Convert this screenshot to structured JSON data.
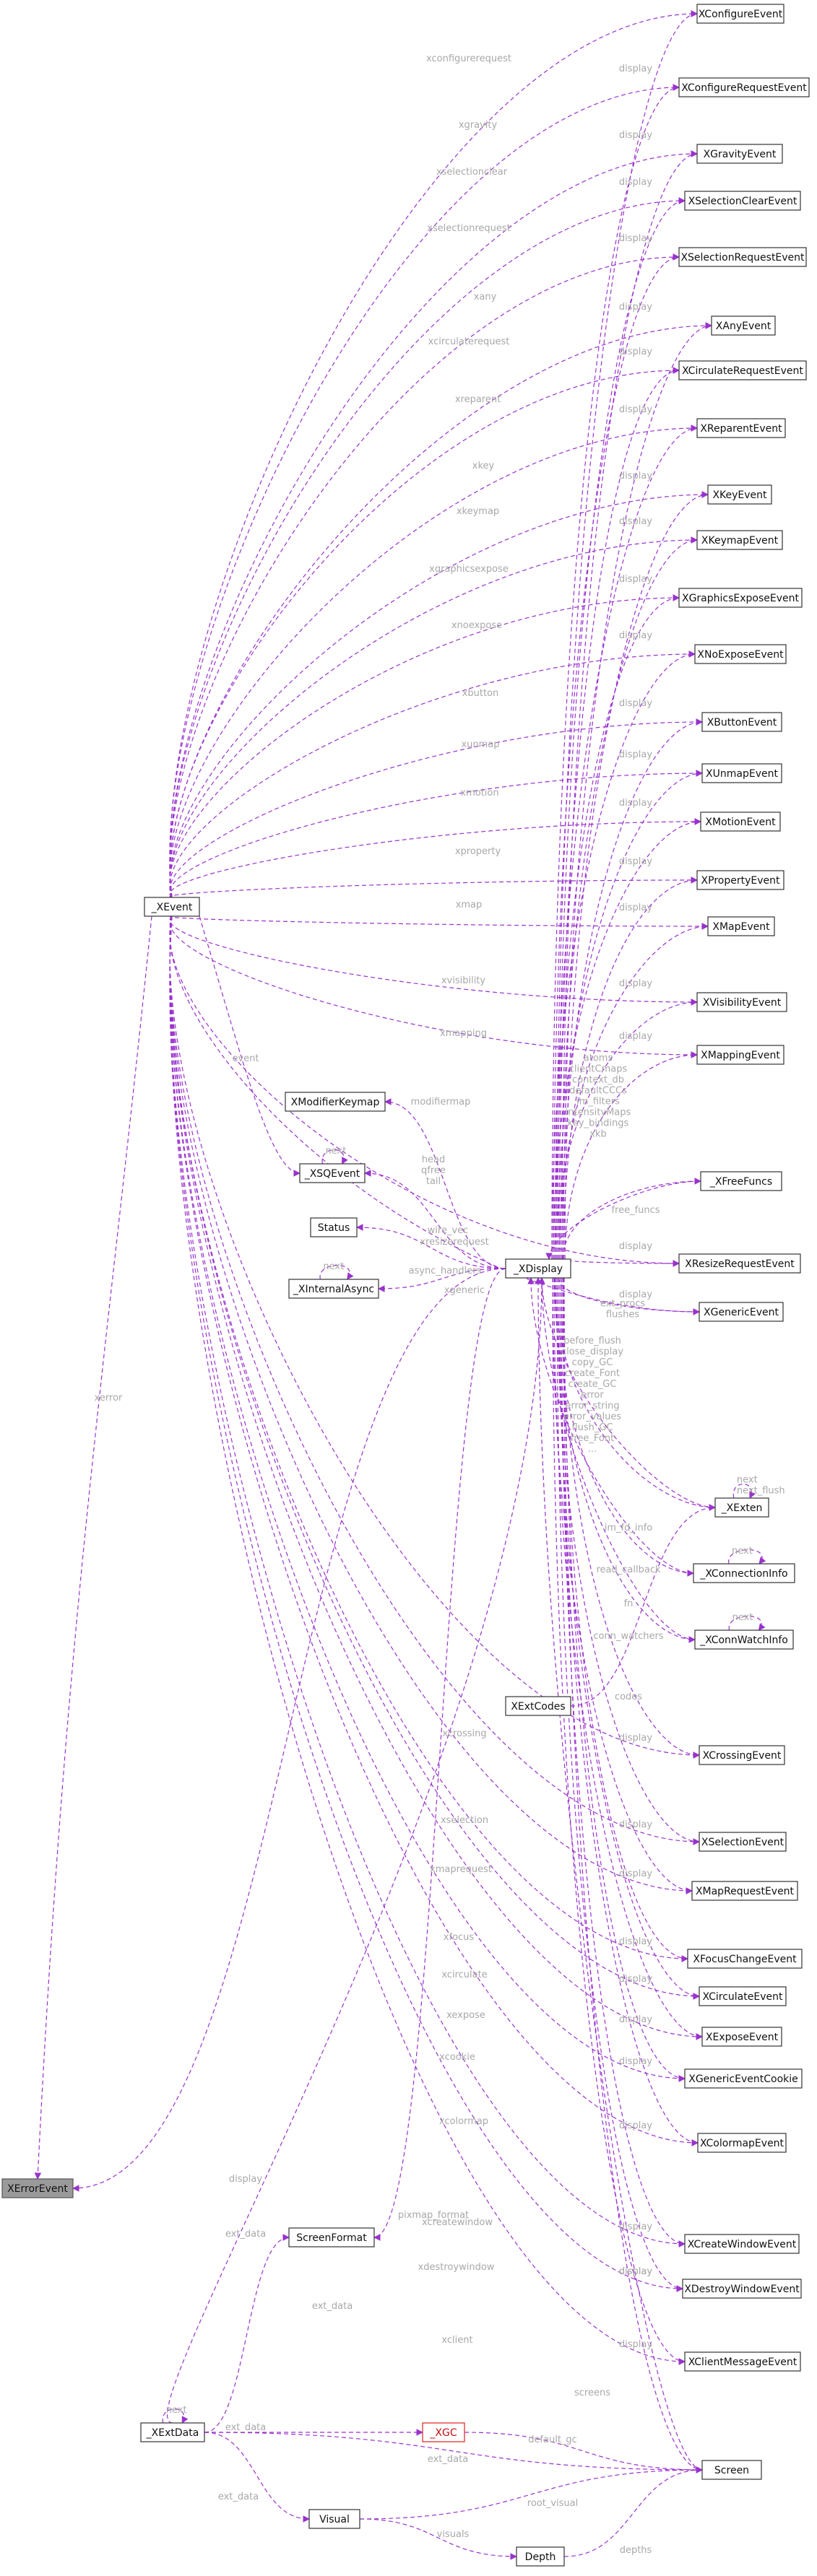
{
  "nodes": [
    {
      "id": "XConfigureEvent",
      "label": "XConfigureEvent",
      "highlight": false
    },
    {
      "id": "XConfigureRequestEvent",
      "label": "XConfigureRequestEvent",
      "highlight": false
    },
    {
      "id": "XGravityEvent",
      "label": "XGravityEvent",
      "highlight": false
    },
    {
      "id": "XSelectionClearEvent",
      "label": "XSelectionClearEvent",
      "highlight": false
    },
    {
      "id": "XSelectionRequestEvent",
      "label": "XSelectionRequestEvent",
      "highlight": false
    },
    {
      "id": "XAnyEvent",
      "label": "XAnyEvent",
      "highlight": false
    },
    {
      "id": "XCirculateRequestEvent",
      "label": "XCirculateRequestEvent",
      "highlight": false
    },
    {
      "id": "XReparentEvent",
      "label": "XReparentEvent",
      "highlight": false
    },
    {
      "id": "XKeyEvent",
      "label": "XKeyEvent",
      "highlight": false
    },
    {
      "id": "XKeymapEvent",
      "label": "XKeymapEvent",
      "highlight": false
    },
    {
      "id": "XGraphicsExposeEvent",
      "label": "XGraphicsExposeEvent",
      "highlight": false
    },
    {
      "id": "XNoExposeEvent",
      "label": "XNoExposeEvent",
      "highlight": false
    },
    {
      "id": "XButtonEvent",
      "label": "XButtonEvent",
      "highlight": false
    },
    {
      "id": "XUnmapEvent",
      "label": "XUnmapEvent",
      "highlight": false
    },
    {
      "id": "XMotionEvent",
      "label": "XMotionEvent",
      "highlight": false
    },
    {
      "id": "XPropertyEvent",
      "label": "XPropertyEvent",
      "highlight": false
    },
    {
      "id": "XMapEvent",
      "label": "XMapEvent",
      "highlight": false
    },
    {
      "id": "XVisibilityEvent",
      "label": "XVisibilityEvent",
      "highlight": false
    },
    {
      "id": "XMappingEvent",
      "label": "XMappingEvent",
      "highlight": false
    },
    {
      "id": "_XFreeFuncs",
      "label": "_XFreeFuncs",
      "highlight": false
    },
    {
      "id": "XResizeRequestEvent",
      "label": "XResizeRequestEvent",
      "highlight": false
    },
    {
      "id": "XGenericEvent",
      "label": "XGenericEvent",
      "highlight": false
    },
    {
      "id": "_XExten",
      "label": "_XExten",
      "highlight": false
    },
    {
      "id": "_XConnectionInfo",
      "label": "_XConnectionInfo",
      "highlight": false
    },
    {
      "id": "_XConnWatchInfo",
      "label": "_XConnWatchInfo",
      "highlight": false
    },
    {
      "id": "XCrossingEvent",
      "label": "XCrossingEvent",
      "highlight": false
    },
    {
      "id": "XSelectionEvent",
      "label": "XSelectionEvent",
      "highlight": false
    },
    {
      "id": "XMapRequestEvent",
      "label": "XMapRequestEvent",
      "highlight": false
    },
    {
      "id": "XFocusChangeEvent",
      "label": "XFocusChangeEvent",
      "highlight": false
    },
    {
      "id": "XCirculateEvent",
      "label": "XCirculateEvent",
      "highlight": false
    },
    {
      "id": "XExposeEvent",
      "label": "XExposeEvent",
      "highlight": false
    },
    {
      "id": "XGenericEventCookie",
      "label": "XGenericEventCookie",
      "highlight": false
    },
    {
      "id": "XColormapEvent",
      "label": "XColormapEvent",
      "highlight": false
    },
    {
      "id": "XCreateWindowEvent",
      "label": "XCreateWindowEvent",
      "highlight": false
    },
    {
      "id": "XDestroyWindowEvent",
      "label": "XDestroyWindowEvent",
      "highlight": false
    },
    {
      "id": "XClientMessageEvent",
      "label": "XClientMessageEvent",
      "highlight": false
    },
    {
      "id": "Screen",
      "label": "Screen",
      "highlight": false
    },
    {
      "id": "Depth",
      "label": "Depth",
      "highlight": false
    },
    {
      "id": "_XEvent",
      "label": "_XEvent",
      "highlight": false
    },
    {
      "id": "XModifierKeymap",
      "label": "XModifierKeymap",
      "highlight": false
    },
    {
      "id": "_XSQEvent",
      "label": "_XSQEvent",
      "highlight": false
    },
    {
      "id": "Status",
      "label": "Status",
      "highlight": false
    },
    {
      "id": "_XInternalAsync",
      "label": "_XInternalAsync",
      "highlight": false
    },
    {
      "id": "_XDisplay",
      "label": "_XDisplay",
      "highlight": false
    },
    {
      "id": "XExtCodes",
      "label": "XExtCodes",
      "highlight": false
    },
    {
      "id": "XErrorEvent",
      "label": "XErrorEvent",
      "highlight": true
    },
    {
      "id": "ScreenFormat",
      "label": "ScreenFormat",
      "highlight": false
    },
    {
      "id": "_XExtData",
      "label": "_XExtData",
      "highlight": false
    },
    {
      "id": "_XGC",
      "label": "_XGC",
      "highlight": false,
      "red": true
    },
    {
      "id": "Visual",
      "label": "Visual",
      "highlight": false
    }
  ],
  "edges": [
    {
      "from": "_XEvent",
      "to": "XConfigureEvent",
      "label": "xconfigure"
    },
    {
      "from": "_XDisplay",
      "to": "XConfigureEvent",
      "label": "display"
    },
    {
      "from": "_XEvent",
      "to": "XConfigureRequestEvent",
      "label": "xconfigurerequest"
    },
    {
      "from": "_XDisplay",
      "to": "XConfigureRequestEvent",
      "label": "display"
    },
    {
      "from": "_XEvent",
      "to": "XGravityEvent",
      "label": "xgravity"
    },
    {
      "from": "_XDisplay",
      "to": "XGravityEvent",
      "label": "display"
    },
    {
      "from": "_XEvent",
      "to": "XSelectionClearEvent",
      "label": "xselectionclear"
    },
    {
      "from": "_XDisplay",
      "to": "XSelectionClearEvent",
      "label": "display"
    },
    {
      "from": "_XEvent",
      "to": "XSelectionRequestEvent",
      "label": "xselectionrequest"
    },
    {
      "from": "_XDisplay",
      "to": "XSelectionRequestEvent",
      "label": "display"
    },
    {
      "from": "_XEvent",
      "to": "XAnyEvent",
      "label": "xany"
    },
    {
      "from": "_XDisplay",
      "to": "XAnyEvent",
      "label": "display"
    },
    {
      "from": "_XEvent",
      "to": "XCirculateRequestEvent",
      "label": "xcirculaterequest"
    },
    {
      "from": "_XDisplay",
      "to": "XCirculateRequestEvent",
      "label": "display"
    },
    {
      "from": "_XEvent",
      "to": "XReparentEvent",
      "label": "xreparent"
    },
    {
      "from": "_XDisplay",
      "to": "XReparentEvent",
      "label": "display"
    },
    {
      "from": "_XEvent",
      "to": "XKeyEvent",
      "label": "xkey"
    },
    {
      "from": "_XDisplay",
      "to": "XKeyEvent",
      "label": "display"
    },
    {
      "from": "_XEvent",
      "to": "XKeymapEvent",
      "label": "xkeymap"
    },
    {
      "from": "_XDisplay",
      "to": "XKeymapEvent",
      "label": "display"
    },
    {
      "from": "_XEvent",
      "to": "XGraphicsExposeEvent",
      "label": "xgraphicsexpose"
    },
    {
      "from": "_XDisplay",
      "to": "XGraphicsExposeEvent",
      "label": "display"
    },
    {
      "from": "_XEvent",
      "to": "XNoExposeEvent",
      "label": "xnoexpose"
    },
    {
      "from": "_XDisplay",
      "to": "XNoExposeEvent",
      "label": "display"
    },
    {
      "from": "_XEvent",
      "to": "XButtonEvent",
      "label": "xbutton"
    },
    {
      "from": "_XDisplay",
      "to": "XButtonEvent",
      "label": "display"
    },
    {
      "from": "_XEvent",
      "to": "XUnmapEvent",
      "label": "xunmap"
    },
    {
      "from": "_XDisplay",
      "to": "XUnmapEvent",
      "label": "display"
    },
    {
      "from": "_XEvent",
      "to": "XMotionEvent",
      "label": "xmotion"
    },
    {
      "from": "_XDisplay",
      "to": "XMotionEvent",
      "label": "display"
    },
    {
      "from": "_XEvent",
      "to": "XPropertyEvent",
      "label": "xproperty"
    },
    {
      "from": "_XDisplay",
      "to": "XPropertyEvent",
      "label": "display"
    },
    {
      "from": "_XEvent",
      "to": "XMapEvent",
      "label": "xmap"
    },
    {
      "from": "_XDisplay",
      "to": "XMapEvent",
      "label": "display"
    },
    {
      "from": "_XEvent",
      "to": "XVisibilityEvent",
      "label": "xvisibility"
    },
    {
      "from": "_XDisplay",
      "to": "XVisibilityEvent",
      "label": "display"
    },
    {
      "from": "_XEvent",
      "to": "XMappingEvent",
      "label": "xmapping"
    },
    {
      "from": "_XDisplay",
      "to": "XMappingEvent",
      "label": "display"
    },
    {
      "from": "_XEvent",
      "to": "XResizeRequestEvent",
      "label": "xresizerequest"
    },
    {
      "from": "_XDisplay",
      "to": "XResizeRequestEvent",
      "label": "display"
    },
    {
      "from": "_XDisplay",
      "to": "XModifierKeymap",
      "label": "modifiermap"
    },
    {
      "from": "_XEvent",
      "to": "_XSQEvent",
      "label": "event"
    },
    {
      "from": "_XSQEvent",
      "to": "_XSQEvent",
      "label": "next"
    },
    {
      "from": "_XDisplay",
      "to": "_XSQEvent",
      "label": "head\nqfree\ntail"
    },
    {
      "from": "_XDisplay",
      "to": "Status",
      "label": "wire_vec"
    },
    {
      "from": "_XInternalAsync",
      "to": "_XInternalAsync",
      "label": "next"
    },
    {
      "from": "_XDisplay",
      "to": "_XInternalAsync",
      "label": "async_handlers"
    },
    {
      "from": "_XFreeFuncs",
      "to": "_XDisplay",
      "label": "atoms\nclientCmaps\ncontext_db\ndefaultCCCs\nim_filters\nintensityMaps\nkey_bindings\nxkb"
    },
    {
      "from": "_XDisplay",
      "to": "_XFreeFuncs",
      "label": "free_funcs"
    },
    {
      "from": "_XEvent",
      "to": "XGenericEvent",
      "label": "xgeneric"
    },
    {
      "from": "_XDisplay",
      "to": "XGenericEvent",
      "label": "display"
    },
    {
      "from": "_XExten",
      "to": "_XDisplay",
      "label": "ext_procs\nflushes"
    },
    {
      "from": "_XDisplay",
      "to": "_XExten",
      "label": "before_flush\nclose_display\ncopy_GC\ncreate_Font\ncreate_GC\nerror\nerror_string\nerror_values\nflush_GC\nfree_Font\n..."
    },
    {
      "from": "_XExten",
      "to": "_XExten",
      "label": "next\nnext_flush"
    },
    {
      "from": "_XConnectionInfo",
      "to": "_XDisplay",
      "label": "im_fd_info"
    },
    {
      "from": "_XDisplay",
      "to": "_XConnectionInfo",
      "label": "read_callback"
    },
    {
      "from": "_XConnectionInfo",
      "to": "_XConnectionInfo",
      "label": "next"
    },
    {
      "from": "_XConnWatchInfo",
      "to": "_XDisplay",
      "label": "fn"
    },
    {
      "from": "_XDisplay",
      "to": "_XConnWatchInfo",
      "label": "conn_watchers"
    },
    {
      "from": "_XConnWatchInfo",
      "to": "_XConnWatchInfo",
      "label": "next"
    },
    {
      "from": "XExtCodes",
      "to": "_XExten",
      "label": "codes"
    },
    {
      "from": "_XEvent",
      "to": "XCrossingEvent",
      "label": "xcrossing"
    },
    {
      "from": "_XDisplay",
      "to": "XCrossingEvent",
      "label": "display"
    },
    {
      "from": "_XEvent",
      "to": "XSelectionEvent",
      "label": "xselection"
    },
    {
      "from": "_XDisplay",
      "to": "XSelectionEvent",
      "label": "display"
    },
    {
      "from": "_XEvent",
      "to": "XMapRequestEvent",
      "label": "xmaprequest"
    },
    {
      "from": "_XDisplay",
      "to": "XMapRequestEvent",
      "label": "display"
    },
    {
      "from": "_XEvent",
      "to": "XFocusChangeEvent",
      "label": "xfocus"
    },
    {
      "from": "_XDisplay",
      "to": "XFocusChangeEvent",
      "label": "display"
    },
    {
      "from": "_XEvent",
      "to": "XCirculateEvent",
      "label": "xcirculate"
    },
    {
      "from": "_XDisplay",
      "to": "XCirculateEvent",
      "label": "display"
    },
    {
      "from": "_XEvent",
      "to": "XExposeEvent",
      "label": "xexpose"
    },
    {
      "from": "_XDisplay",
      "to": "XExposeEvent",
      "label": "display"
    },
    {
      "from": "_XEvent",
      "to": "XGenericEventCookie",
      "label": "xcookie"
    },
    {
      "from": "_XDisplay",
      "to": "XGenericEventCookie",
      "label": "display"
    },
    {
      "from": "_XEvent",
      "to": "XColormapEvent",
      "label": "xcolormap"
    },
    {
      "from": "_XDisplay",
      "to": "XColormapEvent",
      "label": "display"
    },
    {
      "from": "_XEvent",
      "to": "XErrorEvent",
      "label": "xerror"
    },
    {
      "from": "_XDisplay",
      "to": "XErrorEvent",
      "label": "display"
    },
    {
      "from": "_XDisplay",
      "to": "ScreenFormat",
      "label": "pixmap_format"
    },
    {
      "from": "_XExtData",
      "to": "ScreenFormat",
      "label": "ext_data"
    },
    {
      "from": "_XEvent",
      "to": "XCreateWindowEvent",
      "label": "xcreatewindow"
    },
    {
      "from": "_XDisplay",
      "to": "XCreateWindowEvent",
      "label": "display"
    },
    {
      "from": "_XEvent",
      "to": "XDestroyWindowEvent",
      "label": "xdestroywindow"
    },
    {
      "from": "_XDisplay",
      "to": "XDestroyWindowEvent",
      "label": "display"
    },
    {
      "from": "_XEvent",
      "to": "XClientMessageEvent",
      "label": "xclient"
    },
    {
      "from": "_XDisplay",
      "to": "XClientMessageEvent",
      "label": "display"
    },
    {
      "from": "_XExtData",
      "to": "_XDisplay",
      "label": "ext_data"
    },
    {
      "from": "_XExtData",
      "to": "_XExtData",
      "label": "next"
    },
    {
      "from": "_XExtData",
      "to": "_XGC",
      "label": "ext_data"
    },
    {
      "from": "_XGC",
      "to": "Screen",
      "label": "default_gc"
    },
    {
      "from": "_XDisplay",
      "to": "Screen",
      "label": "display"
    },
    {
      "from": "Screen",
      "to": "_XDisplay",
      "label": "screens"
    },
    {
      "from": "_XExtData",
      "to": "Screen",
      "label": "ext_data"
    },
    {
      "from": "Visual",
      "to": "Screen",
      "label": "root_visual"
    },
    {
      "from": "Depth",
      "to": "Screen",
      "label": "depths"
    },
    {
      "from": "Visual",
      "to": "Depth",
      "label": "visuals"
    },
    {
      "from": "_XExtData",
      "to": "Visual",
      "label": "ext_data"
    }
  ]
}
